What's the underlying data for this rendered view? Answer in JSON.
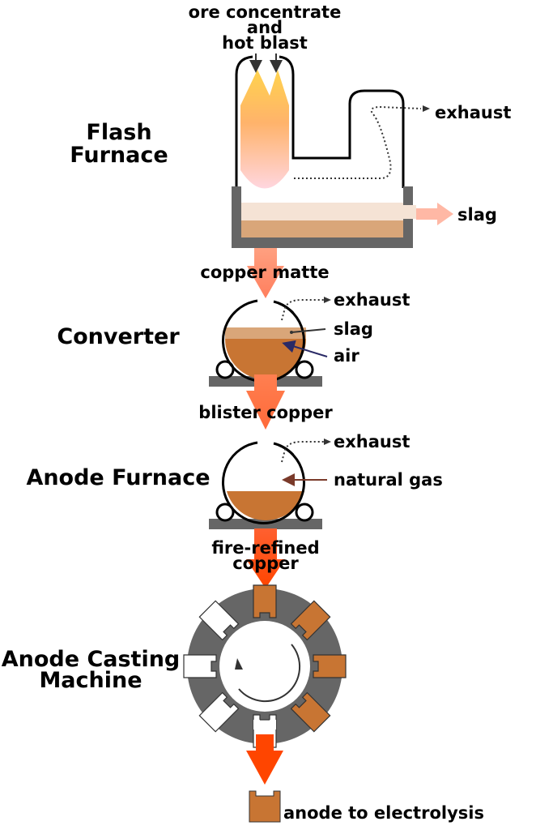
{
  "flash_furnace": {
    "stage_title": [
      "Flash",
      "Furnace"
    ],
    "input_label": [
      "ore concentrate",
      "and",
      "hot blast"
    ],
    "exhaust_label": "exhaust",
    "slag_label": "slag",
    "output_label": "copper matte"
  },
  "converter": {
    "stage_title": "Converter",
    "exhaust_label": "exhaust",
    "slag_label": "slag",
    "air_label": "air",
    "output_label": "blister copper"
  },
  "anode_furnace": {
    "stage_title": "Anode Furnace",
    "exhaust_label": "exhaust",
    "gas_label": "natural gas",
    "output_label": [
      "fire-refined",
      "copper"
    ]
  },
  "casting_machine": {
    "stage_title": [
      "Anode Casting",
      "Machine"
    ],
    "output_label": "anode to electrolysis"
  },
  "colors": {
    "furnace_wall": "#666666",
    "copper": "#c87533",
    "matte": "#d9a679",
    "slag": "#f5e3d5",
    "flow": "#ff8c69",
    "hot_flow": "#ff4500"
  }
}
